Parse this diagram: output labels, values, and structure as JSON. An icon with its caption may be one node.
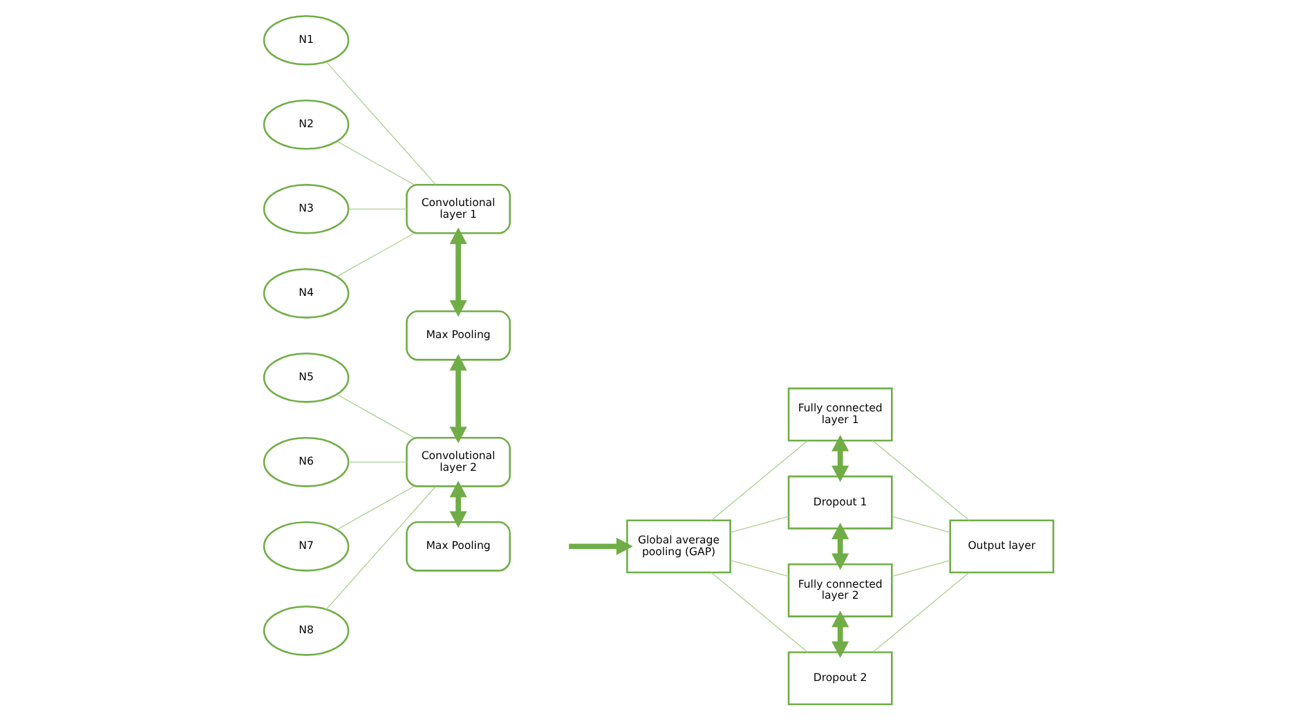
{
  "diagram": {
    "nodes": [
      {
        "text": [
          "N1"
        ]
      },
      {
        "text": [
          "N2"
        ]
      },
      {
        "text": [
          "N3"
        ]
      },
      {
        "text": [
          "N4"
        ]
      },
      {
        "text": [
          "N5"
        ]
      },
      {
        "text": [
          "N6"
        ]
      },
      {
        "text": [
          "N7"
        ]
      },
      {
        "text": [
          "N8"
        ]
      },
      {
        "text": [
          "Convolutional layer 1"
        ]
      },
      {
        "text": [
          "Max Pooling"
        ]
      },
      {
        "text": [
          "Convolutional layer 2"
        ]
      },
      {
        "text": [
          "Max Pooling"
        ]
      },
      {
        "text": [
          "Global average pooling (GAP)"
        ]
      },
      {
        "text": [
          "Fully connected layer 1"
        ]
      },
      {
        "text": [
          "Dropout 1"
        ]
      },
      {
        "text": [
          "Fully connected layer 2"
        ]
      },
      {
        "text": [
          "Dropout 2"
        ]
      },
      {
        "text": [
          "Output layer"
        ]
      }
    ],
    "edges": [
      {
        "from": 0,
        "to": 8,
        "arrow": "none"
      },
      {
        "from": 1,
        "to": 8,
        "arrow": "none"
      },
      {
        "from": 2,
        "to": 8,
        "arrow": "none"
      },
      {
        "from": 3,
        "to": 8,
        "arrow": "none"
      },
      {
        "from": 4,
        "to": 10,
        "arrow": "none"
      },
      {
        "from": 5,
        "to": 10,
        "arrow": "none"
      },
      {
        "from": 6,
        "to": 10,
        "arrow": "none"
      },
      {
        "from": 7,
        "to": 10,
        "arrow": "none"
      },
      {
        "from": 8,
        "to": 9,
        "arrow": "both",
        "style": "thick"
      },
      {
        "from": 9,
        "to": 10,
        "arrow": "both",
        "style": "thick"
      },
      {
        "from": 10,
        "to": 11,
        "arrow": "both",
        "style": "thick"
      },
      {
        "from": null,
        "to": 12,
        "arrow": "to",
        "style": "thick"
      },
      {
        "from": 12,
        "to": 13,
        "arrow": "none"
      },
      {
        "from": 12,
        "to": 14,
        "arrow": "none"
      },
      {
        "from": 12,
        "to": 15,
        "arrow": "none"
      },
      {
        "from": 12,
        "to": 16,
        "arrow": "none"
      },
      {
        "from": 13,
        "to": 14,
        "arrow": "both",
        "style": "thick"
      },
      {
        "from": 14,
        "to": 15,
        "arrow": "both",
        "style": "thick"
      },
      {
        "from": 15,
        "to": 16,
        "arrow": "both",
        "style": "thick"
      },
      {
        "from": 13,
        "to": 17,
        "arrow": "none"
      },
      {
        "from": 14,
        "to": 17,
        "arrow": "none"
      },
      {
        "from": 15,
        "to": 17,
        "arrow": "none"
      },
      {
        "from": 16,
        "to": 17,
        "arrow": "none"
      }
    ]
  }
}
